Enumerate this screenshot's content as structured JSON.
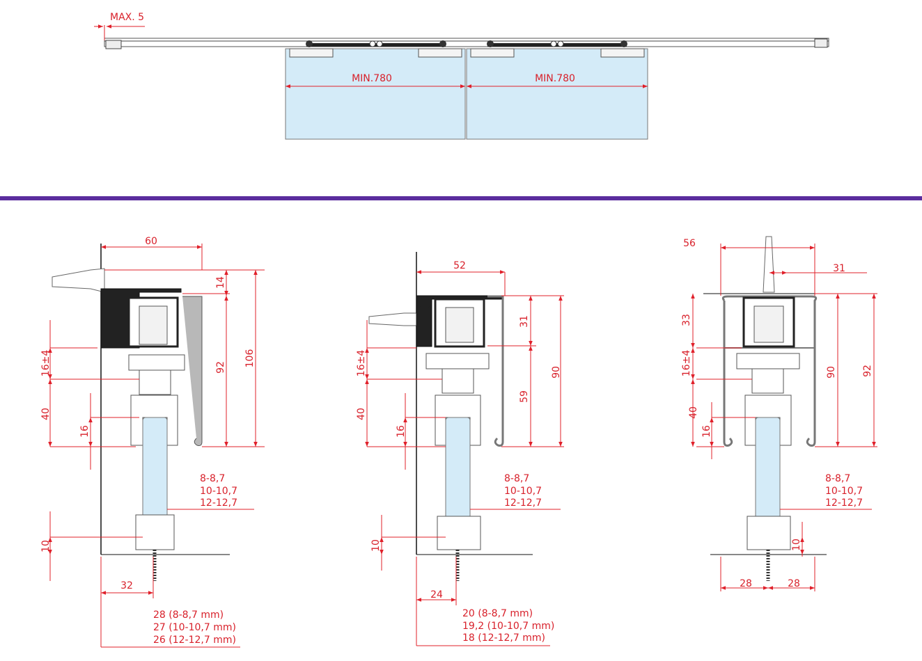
{
  "top_view": {
    "max_label": "MAX. 5",
    "panel_left_label": "MIN.780",
    "panel_right_label": "MIN.780"
  },
  "divider_color": "#5b2d9e",
  "dimension_color": "#e0202a",
  "sections": [
    {
      "width": "60",
      "top_gap": "14",
      "profile_height": "92",
      "total_height": "106",
      "adjust": "16±4",
      "roller": "40",
      "glass_insert": "16",
      "floor_gap": "10",
      "guide_offset": "32",
      "glass_thickness": [
        "8-8,7",
        "10-10,7",
        "12-12,7"
      ],
      "wall_distance": [
        "28 (8-8,7 mm)",
        "27 (10-10,7 mm)",
        "26 (12-12,7 mm)"
      ]
    },
    {
      "width": "52",
      "upper": "31",
      "lower": "59",
      "profile_height": "90",
      "adjust": "16±4",
      "roller": "40",
      "glass_insert": "16",
      "floor_gap": "10",
      "guide_offset": "24",
      "glass_thickness": [
        "8-8,7",
        "10-10,7",
        "12-12,7"
      ],
      "wall_distance": [
        "20 (8-8,7 mm)",
        "19,2 (10-10,7 mm)",
        "18 (12-12,7 mm)"
      ]
    },
    {
      "width": "56",
      "half_width": "31",
      "upper": "33",
      "profile_height": "90",
      "total_height": "92",
      "adjust": "16±4",
      "roller": "40",
      "glass_insert": "16",
      "floor_gap": "10",
      "guide_left": "28",
      "guide_right": "28",
      "glass_thickness": [
        "8-8,7",
        "10-10,7",
        "12-12,7"
      ]
    }
  ]
}
